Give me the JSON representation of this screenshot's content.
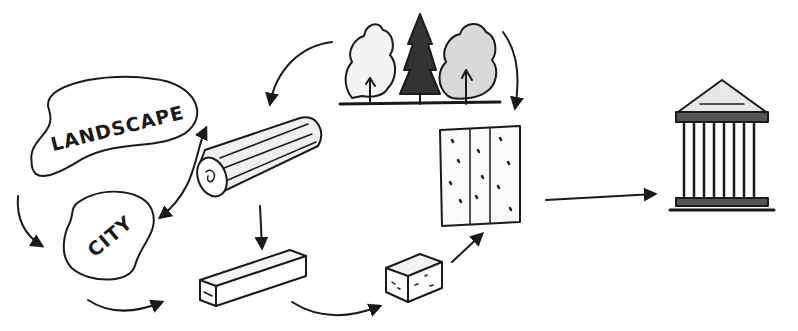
{
  "diagram": {
    "nodes": [
      {
        "text": [
          "LANDSCAPE"
        ]
      },
      {
        "text": [
          "CITY"
        ]
      }
    ],
    "edges": [
      {
        "from": 0,
        "to": 1,
        "arrow": "both"
      }
    ]
  }
}
